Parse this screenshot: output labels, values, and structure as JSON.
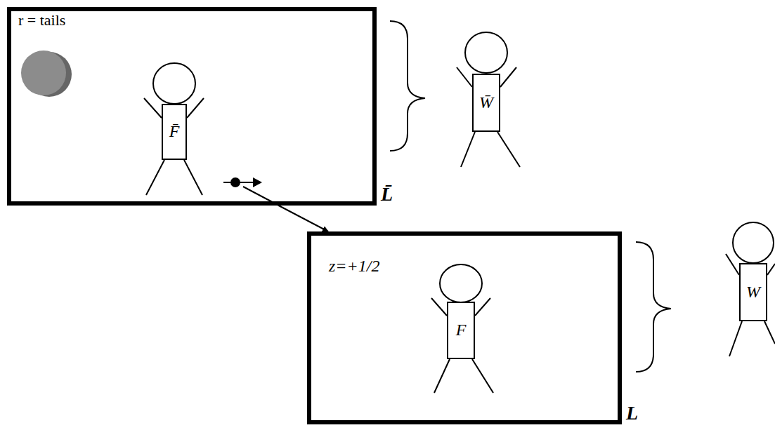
{
  "diagram": {
    "nodes": [
      {
        "text": [
          "r = tails",
          "L̄"
        ]
      },
      {
        "text": [
          "F̄"
        ],
        "in": 0
      },
      {
        "text": [
          "W̄"
        ]
      },
      {
        "text": [
          "z=+1/2",
          "L"
        ]
      },
      {
        "text": [
          "F"
        ],
        "in": 3
      },
      {
        "text": [
          "W"
        ]
      }
    ],
    "edges": [
      {
        "from": 0,
        "to": 3,
        "arrow": "to"
      }
    ]
  }
}
